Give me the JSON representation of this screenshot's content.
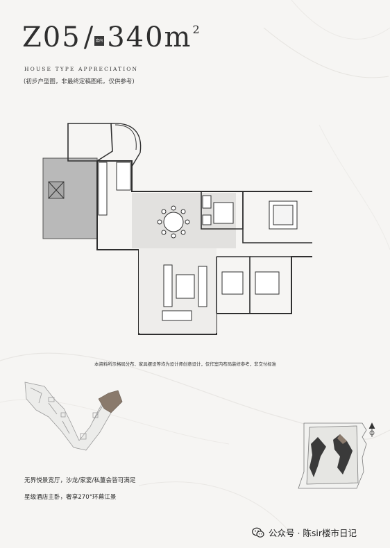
{
  "header": {
    "unit_code": "Z05",
    "separator": "/",
    "badge": "套内",
    "area": "340m",
    "area_sup": "2",
    "subtitle_en": "HOUSE TYPE APPRECIATION",
    "subtitle_cn": "(初步户型图，非最终定稿图纸，仅供参考)"
  },
  "disclaimer": "本资料所示格局分布、家具摆设等均为设计师创意设计，仅作室内布局装修参考，非交付标准",
  "features": [
    "无界悦景宽厅，沙龙/家宴/私董会皆可满足",
    "星级酒店主卧，奢享270°环幕江景"
  ],
  "watermark": "公众号 · 陈sir楼市日记",
  "colors": {
    "background": "#f6f5f3",
    "core_gray": "#b9b9b9",
    "highlight_brown": "#8a7a6c",
    "wall": "#2f2f2f"
  },
  "icons": [
    "wechat-icon",
    "north-arrow-icon"
  ]
}
